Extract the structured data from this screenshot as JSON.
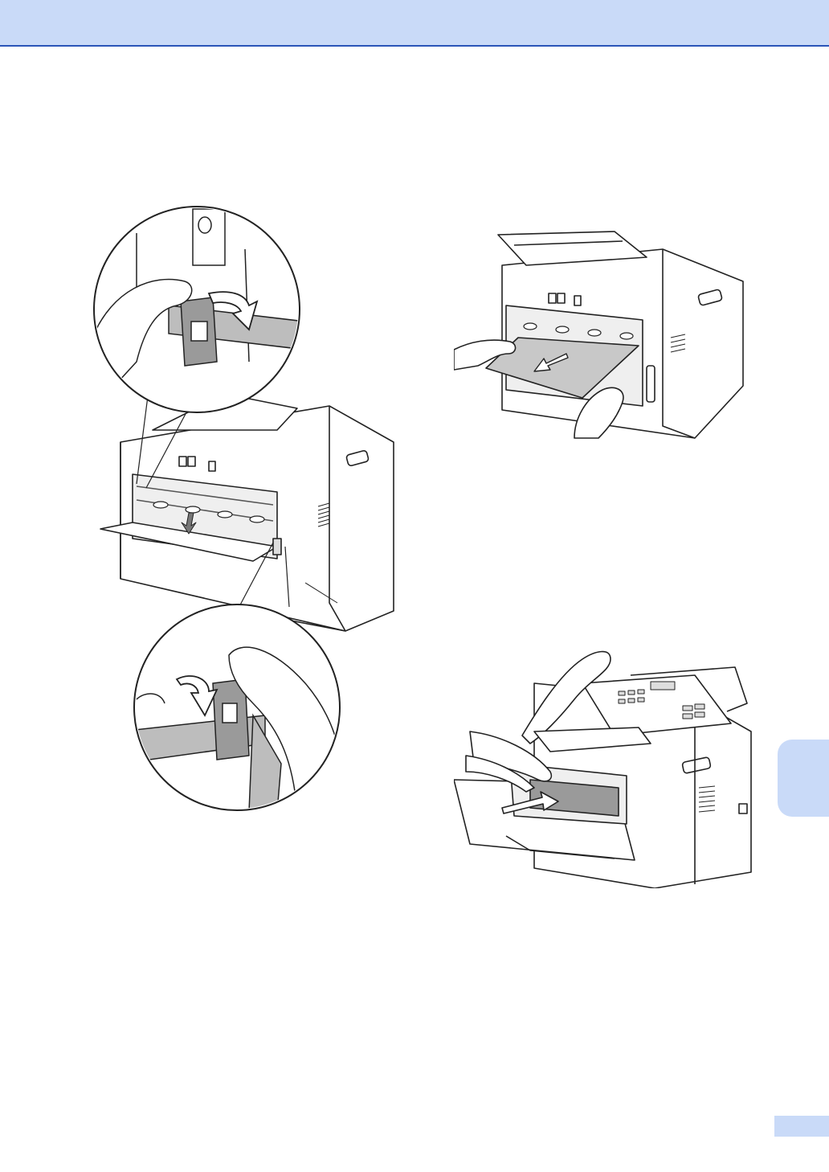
{
  "page": {
    "header_color": "#c9daf8",
    "rule_color": "#2b55b8",
    "tab_color": "#c9daf8"
  },
  "illustrations": [
    {
      "id": "fuser-levers",
      "icon": "printer-back-cover-open-with-lever-callouts"
    },
    {
      "id": "pull-paper",
      "icon": "hands-pulling-jammed-paper-from-back"
    },
    {
      "id": "insert-drum",
      "icon": "insert-drum-toner-into-front"
    }
  ]
}
